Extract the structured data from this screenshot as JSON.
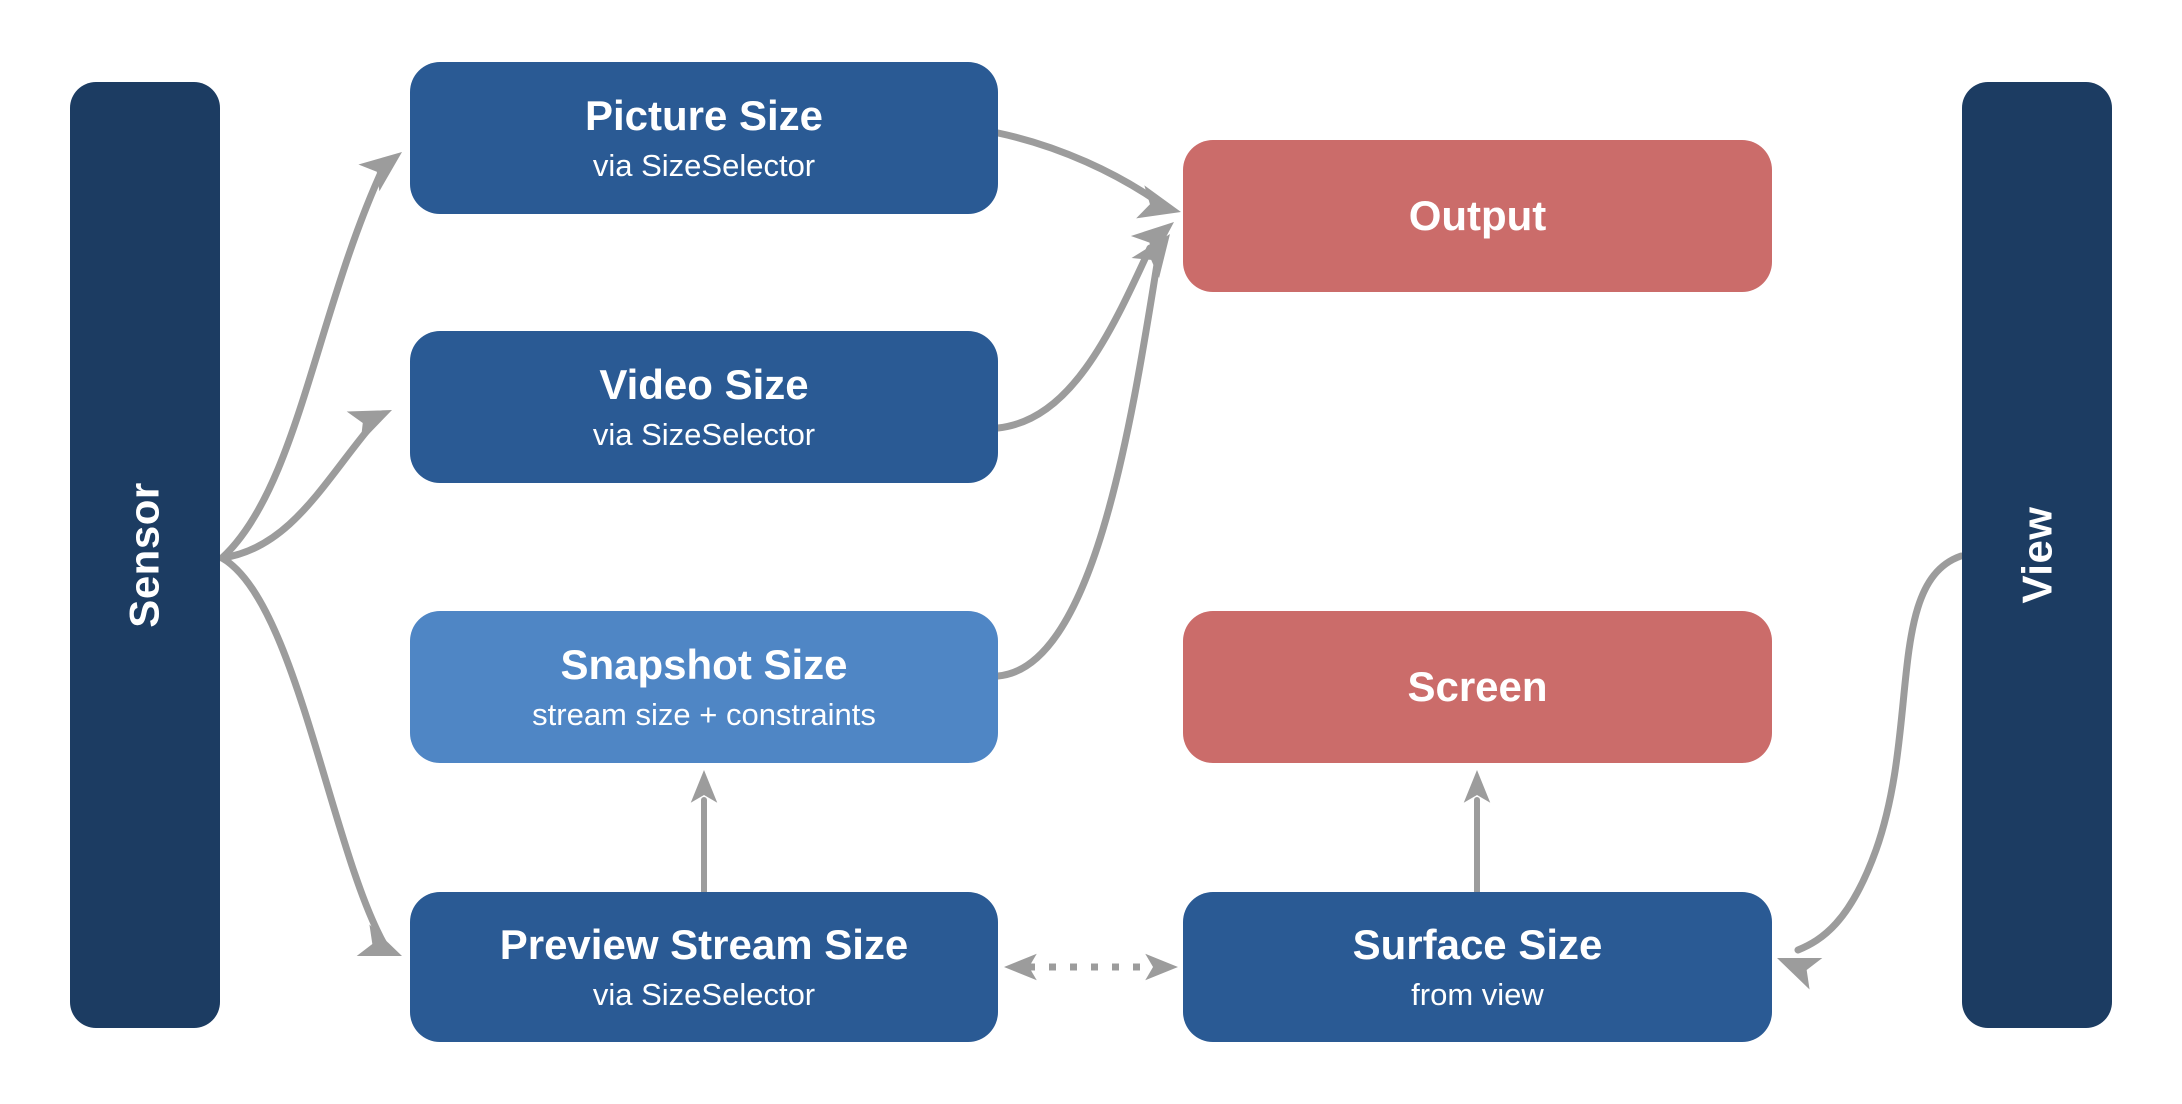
{
  "diagram": {
    "lanes": {
      "sensor": {
        "label": "Sensor"
      },
      "view": {
        "label": "View"
      }
    },
    "nodes": {
      "picture": {
        "title": "Picture Size",
        "subtitle": "via SizeSelector"
      },
      "video": {
        "title": "Video Size",
        "subtitle": "via SizeSelector"
      },
      "snapshot": {
        "title": "Snapshot Size",
        "subtitle": "stream size + constraints"
      },
      "preview": {
        "title": "Preview Stream Size",
        "subtitle": "via SizeSelector"
      },
      "output": {
        "title": "Output"
      },
      "screen": {
        "title": "Screen"
      },
      "surface": {
        "title": "Surface Size",
        "subtitle": "from view"
      }
    },
    "edges": [
      {
        "from": "sensor",
        "to": "picture",
        "style": "solid-curve"
      },
      {
        "from": "sensor",
        "to": "video",
        "style": "solid-curve"
      },
      {
        "from": "sensor",
        "to": "preview",
        "style": "solid-curve"
      },
      {
        "from": "picture",
        "to": "output",
        "style": "solid-curve"
      },
      {
        "from": "video",
        "to": "output",
        "style": "solid-curve"
      },
      {
        "from": "snapshot",
        "to": "output",
        "style": "solid-curve"
      },
      {
        "from": "preview",
        "to": "snapshot",
        "style": "solid-straight"
      },
      {
        "from": "preview",
        "to": "surface",
        "style": "dotted-bidirectional"
      },
      {
        "from": "surface",
        "to": "screen",
        "style": "solid-straight"
      },
      {
        "from": "view",
        "to": "surface",
        "style": "solid-curve"
      }
    ],
    "palette": {
      "navy": "#1c3c62",
      "blue": "#2a5a94",
      "lightblue": "#4f86c5",
      "red": "#cb6c6a",
      "gray": "#9c9c9c",
      "text": "#ffffff",
      "bg": "#ffffff"
    }
  }
}
